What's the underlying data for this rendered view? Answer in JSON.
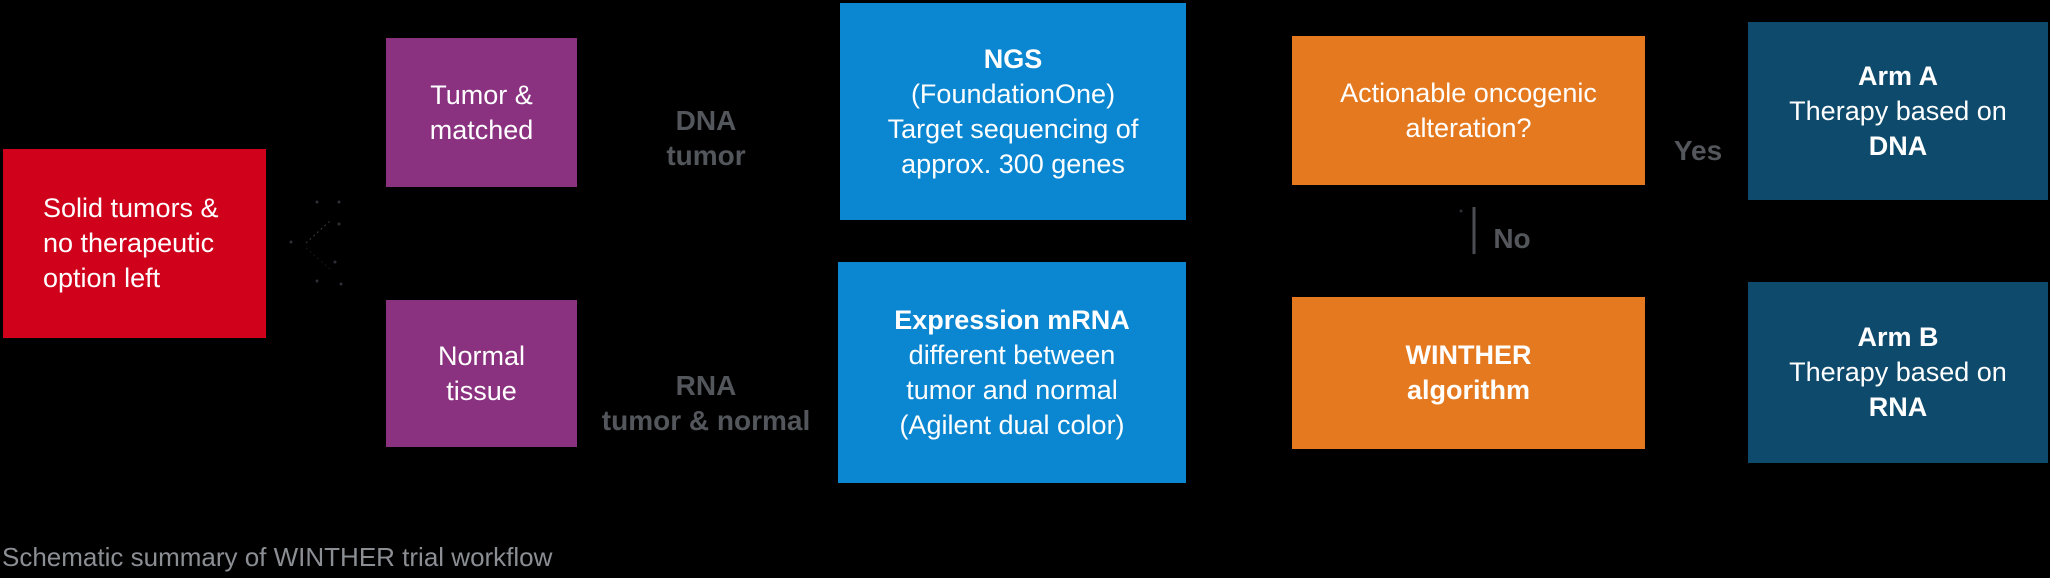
{
  "caption": "Schematic summary of WINTHER trial workflow",
  "colors": {
    "background": "#000000",
    "start_red": "#d0021b",
    "sample_purple": "#8a3280",
    "assay_blue": "#0b86d1",
    "decision_orange": "#e5791f",
    "arm_navy": "#0d4a6c",
    "edge_label_gray": "#53565b",
    "no_connector_gray": "#4a4e54",
    "caption_gray": "#8b8f94",
    "box_text": "#ffffff"
  },
  "nodes": {
    "solid_tumors": {
      "lines": [
        "Solid tumors &",
        "no therapeutic",
        "option left"
      ]
    },
    "tumor_matched": {
      "lines": [
        "Tumor &",
        "matched"
      ]
    },
    "normal_tissue": {
      "lines": [
        "Normal",
        "tissue"
      ]
    },
    "ngs": {
      "lines": [
        "NGS",
        "(FoundationOne)",
        "Target sequencing of",
        "approx. 300 genes"
      ]
    },
    "expression_mrna": {
      "lines": [
        "Expression mRNA",
        "different between",
        "tumor and normal",
        "(Agilent dual color)"
      ]
    },
    "actionable": {
      "lines": [
        "Actionable oncogenic",
        "alteration?"
      ]
    },
    "winther_algorithm": {
      "lines": [
        "WINTHER",
        "algorithm"
      ]
    },
    "arm_a": {
      "lines": [
        "Arm A",
        "Therapy based on",
        "DNA"
      ]
    },
    "arm_b": {
      "lines": [
        "Arm B",
        "Therapy based on",
        "RNA"
      ]
    }
  },
  "edge_labels": {
    "dna": {
      "lines": [
        "DNA",
        "tumor"
      ]
    },
    "rna": {
      "lines": [
        "RNA",
        "tumor & normal"
      ]
    },
    "yes": "Yes",
    "no": "No"
  }
}
